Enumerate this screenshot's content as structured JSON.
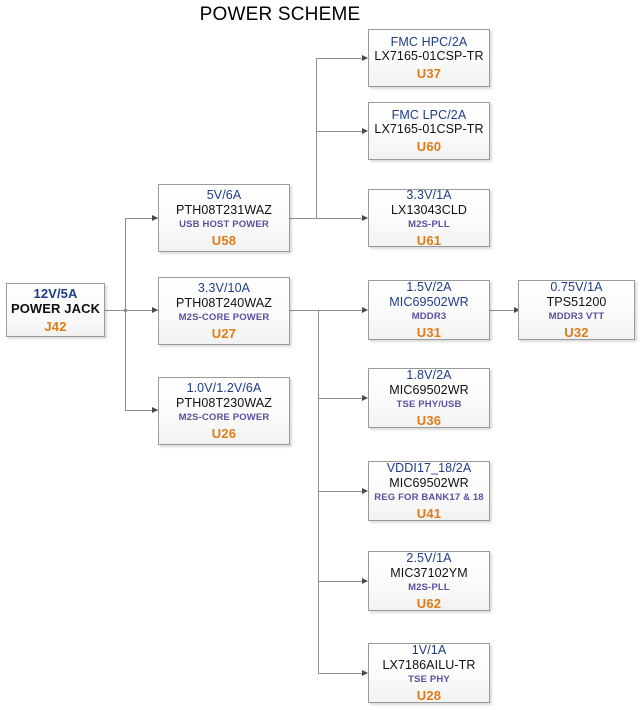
{
  "title": "POWER SCHEME",
  "source": {
    "voltage": "12V/5A",
    "part": "POWER JACK",
    "ref": "J42"
  },
  "regulators": [
    {
      "id": "u58",
      "voltage": "5V/6A",
      "part": "PTH08T231WAZ",
      "function": "USB HOST POWER",
      "ref": "U58"
    },
    {
      "id": "u27",
      "voltage": "3.3V/10A",
      "part": "PTH08T240WAZ",
      "function": "M2S-CORE POWER",
      "ref": "U27"
    },
    {
      "id": "u26",
      "voltage": "1.0V/1.2V/6A",
      "part": "PTH08T230WAZ",
      "function": "M2S-CORE POWER",
      "ref": "U26"
    }
  ],
  "loads_from_5v": [
    {
      "id": "u37",
      "voltage": "FMC HPC/2A",
      "part": "LX7165-01CSP-TR",
      "function": "",
      "ref": "U37"
    },
    {
      "id": "u60",
      "voltage": "FMC LPC/2A",
      "part": "LX7165-01CSP-TR",
      "function": "",
      "ref": "U60"
    },
    {
      "id": "u61",
      "voltage": "3.3V/1A",
      "part": "LX13043CLD",
      "function": "M2S-PLL",
      "ref": "U61"
    }
  ],
  "loads_from_3v3": [
    {
      "id": "u31",
      "voltage": "1.5V/2A",
      "part": "MIC69502WR",
      "function": "MDDR3",
      "ref": "U31"
    },
    {
      "id": "u36",
      "voltage": "1.8V/2A",
      "part": "MIC69502WR",
      "function": "TSE PHY/USB",
      "ref": "U36"
    },
    {
      "id": "u41",
      "voltage": "VDDI17_18/2A",
      "part": "MIC69502WR",
      "function": "REG FOR BANK17 & 18",
      "ref": "U41"
    },
    {
      "id": "u62",
      "voltage": "2.5V/1A",
      "part": "MIC37102YM",
      "function": "M2S-PLL",
      "ref": "U62"
    },
    {
      "id": "u28",
      "voltage": "1V/1A",
      "part": "LX7186AILU-TR",
      "function": "TSE PHY",
      "ref": "U28"
    }
  ],
  "downstream": [
    {
      "id": "u32",
      "voltage": "0.75V/1A",
      "part": "TPS51200",
      "function": "MDDR3 VTT",
      "ref": "U32"
    }
  ],
  "colors": {
    "voltage_text": "#1f3c88",
    "part_text": "#111111",
    "function_text": "#5b4fa0",
    "ref_text": "#e07b16",
    "block_border": "#9a9a9a",
    "wire": "#8f8f8f"
  }
}
